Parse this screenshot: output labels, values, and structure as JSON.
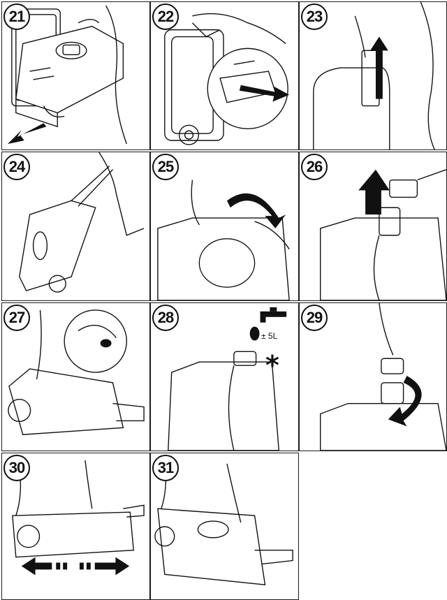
{
  "steps": [
    {
      "number": "21"
    },
    {
      "number": "22"
    },
    {
      "number": "23"
    },
    {
      "number": "24"
    },
    {
      "number": "25"
    },
    {
      "number": "26"
    },
    {
      "number": "27"
    },
    {
      "number": "28",
      "caption": "± 5L",
      "note_symbol": "*"
    },
    {
      "number": "29"
    },
    {
      "number": "30"
    },
    {
      "number": "31"
    }
  ],
  "icons": {
    "arrow": "black-arrow-icon",
    "tap": "water-tap-icon",
    "rotate": "rotate-arrow-icon"
  }
}
